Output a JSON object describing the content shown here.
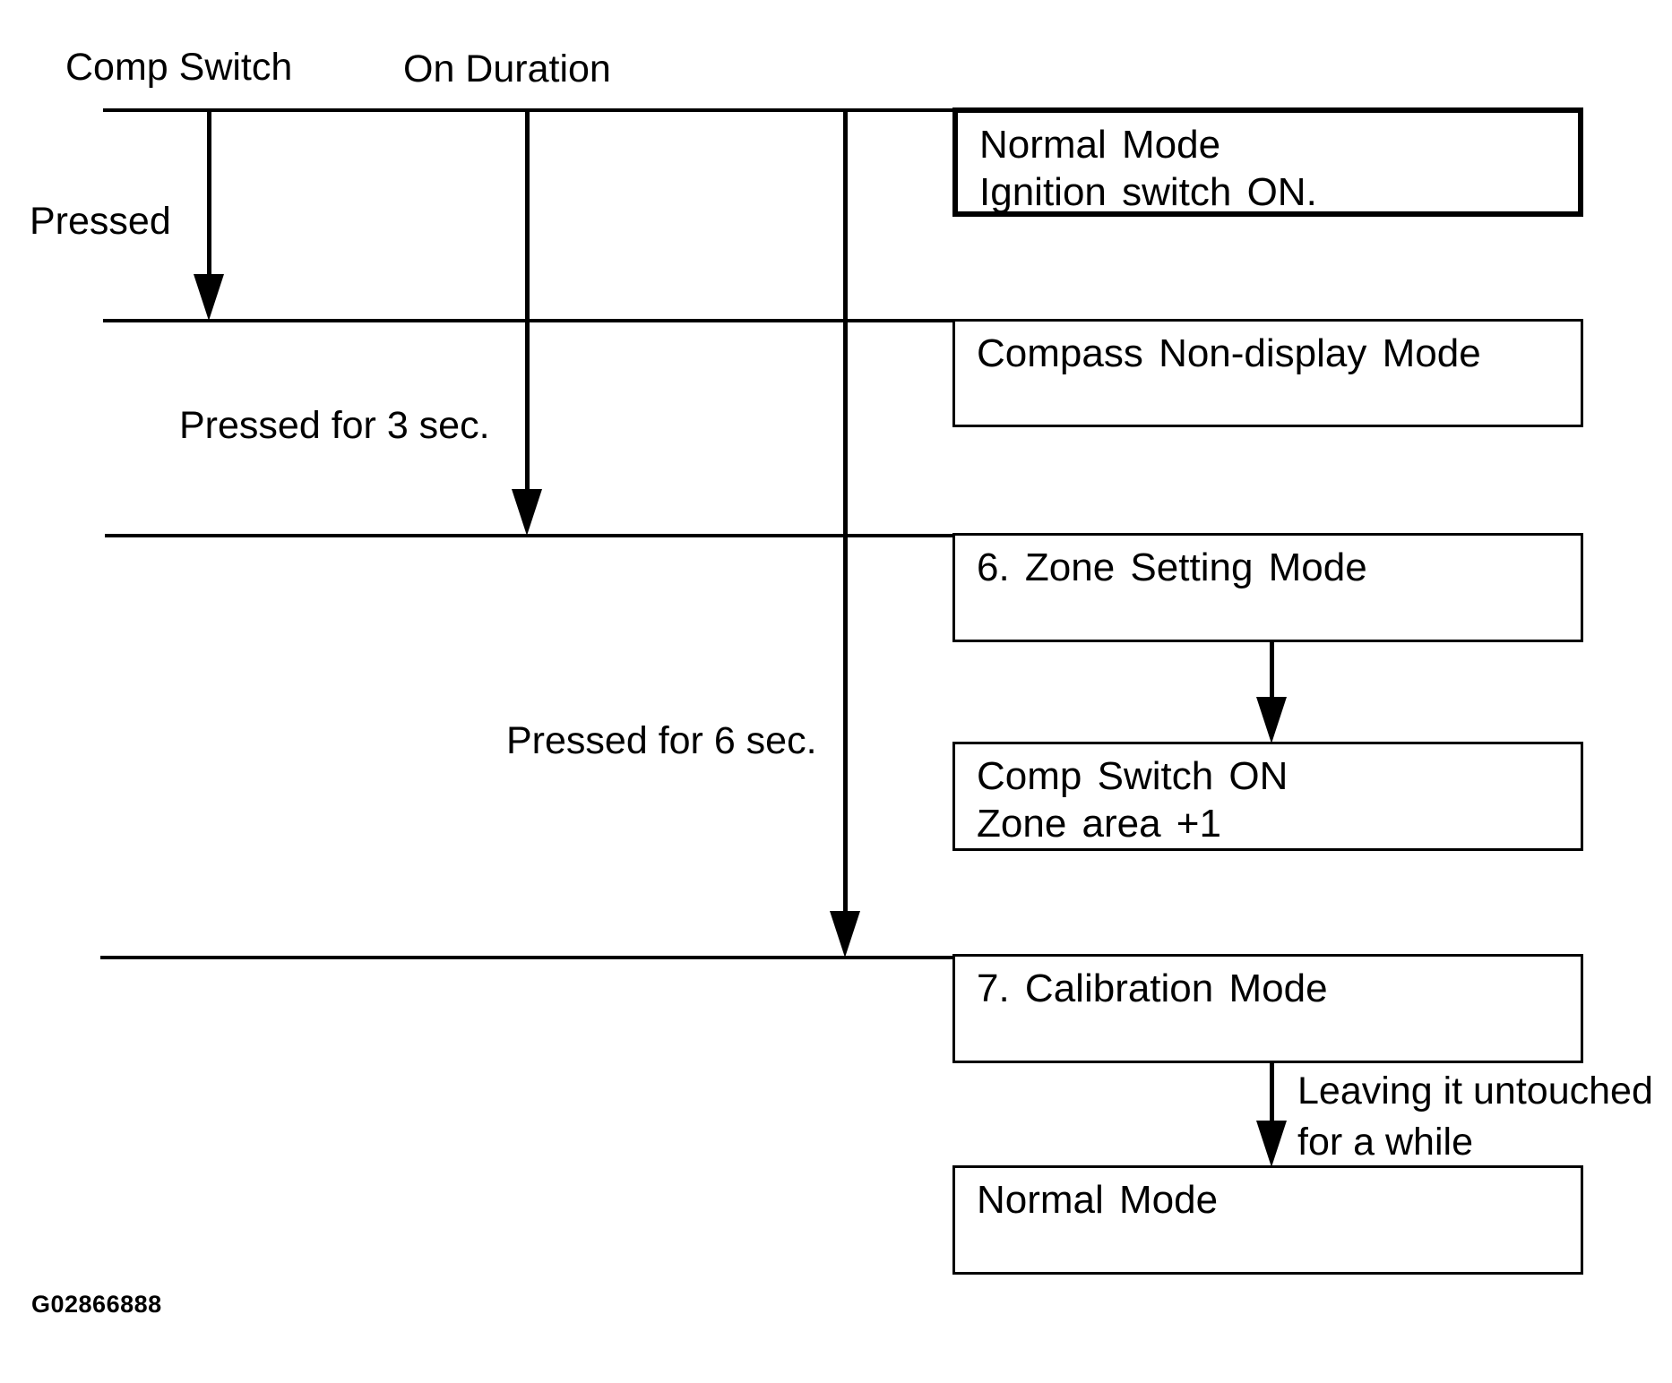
{
  "diagram": {
    "column_headers": {
      "comp_switch": "Comp Switch",
      "on_duration": "On Duration"
    },
    "nodes": [
      {
        "id": "normal-mode-start",
        "lines": [
          "Normal Mode",
          "Ignition switch ON."
        ]
      },
      {
        "id": "compass-non-display-mode",
        "lines": [
          "Compass Non-display Mode"
        ]
      },
      {
        "id": "zone-setting-mode",
        "lines": [
          "6. Zone Setting Mode"
        ]
      },
      {
        "id": "comp-switch-on",
        "lines": [
          "Comp Switch ON",
          "Zone area +1"
        ]
      },
      {
        "id": "calibration-mode",
        "lines": [
          "7. Calibration Mode"
        ]
      },
      {
        "id": "normal-mode-end",
        "lines": [
          "Normal Mode"
        ]
      }
    ],
    "edges": [
      {
        "label": "Pressed"
      },
      {
        "label": "Pressed for 3 sec."
      },
      {
        "label": "Pressed for 6 sec."
      },
      {
        "label_line1": "Leaving it untouched",
        "label_line2": "for a while"
      }
    ],
    "figure_id": "G02866888",
    "colors": {
      "ink": "#000000",
      "background": "#ffffff"
    }
  }
}
